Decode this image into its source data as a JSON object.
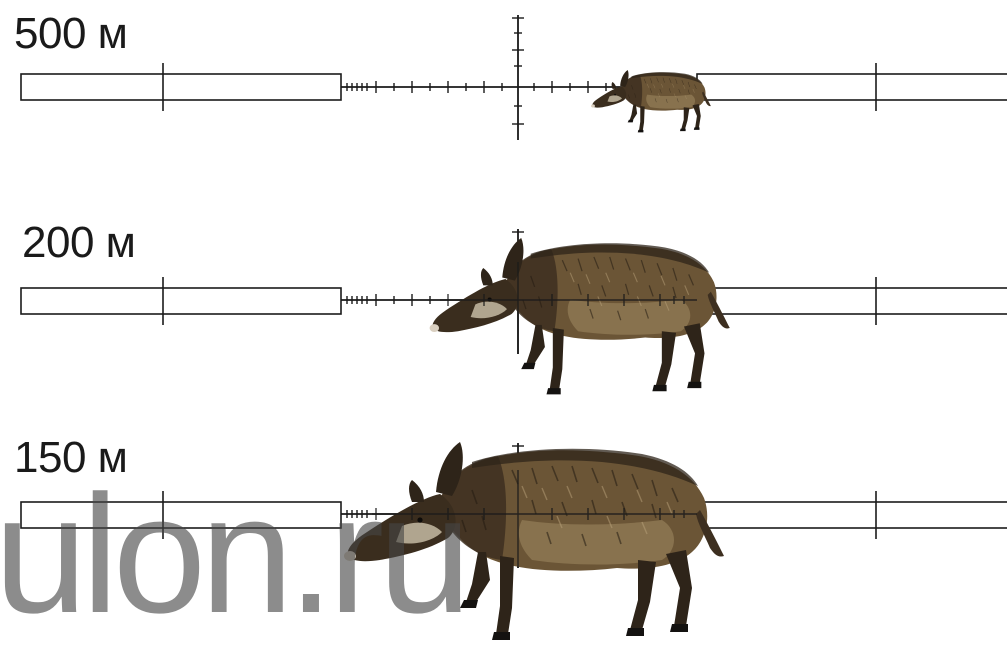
{
  "panels": [
    {
      "label": "500 м",
      "boar_scale": 0.315
    },
    {
      "label": "200 м",
      "boar_scale": 0.79
    },
    {
      "label": "150 м",
      "boar_scale": 1.0
    }
  ],
  "watermark": "ulon.ru",
  "colors": {
    "reticle": "#1a1a1a",
    "fur_dark": "#2e2419",
    "fur_mid": "#6b5536",
    "fur_light": "#a08a62",
    "hoof": "#141210"
  }
}
